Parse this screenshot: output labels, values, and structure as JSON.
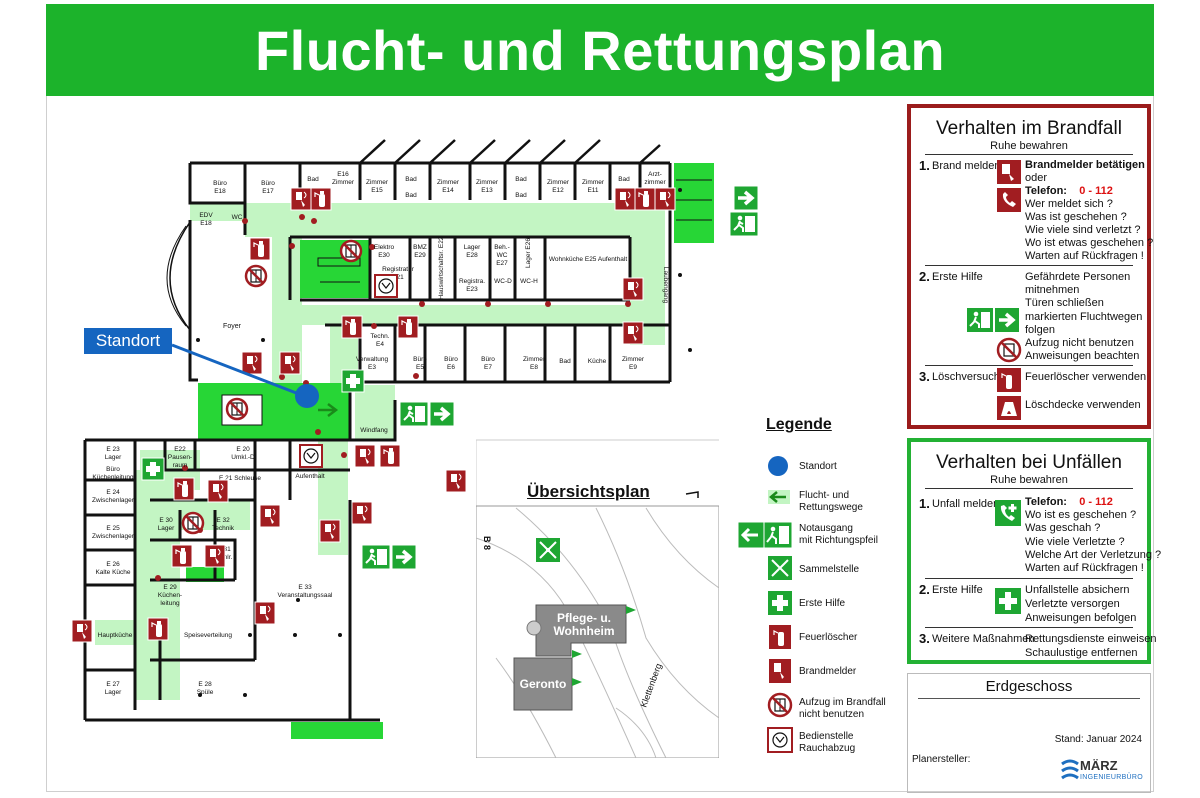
{
  "title": "Flucht- und Rettungsplan",
  "standort_label": "Standort",
  "rooms": {
    "e18": "Büro\nE18",
    "e17": "Büro\nE17",
    "bad1": "Bad",
    "e16": "E16\nZimmer",
    "e15": "Zimmer\nE15",
    "bad2": "Bad",
    "e14": "Zimmer\nE14",
    "e13": "Zimmer\nE13",
    "bad3": "Bad",
    "e12": "Zimmer\nE12",
    "e11": "Zimmer\nE11",
    "bad4": "Bad",
    "arzt": "Arzt-\nzimmer",
    "bad5": "Bad",
    "bad6": "Bad",
    "edv": "EDV\nE18",
    "wc": "WC",
    "e30": "Elektro\nE30",
    "e29": "BMZ\nE29",
    "e28": "Lager\nE28",
    "e27": "Beh.-\nWC\nE27",
    "e26": "Lager\nE26",
    "e25": "Wohnküche   E25   Aufenthalt",
    "e21": "Registratur\nE21",
    "e22": "Hauswirtschaftsr.\nE22",
    "e23": "Registra.\nE23",
    "wcd": "WC-D",
    "wch": "WC-H",
    "laubengang": "Laubengang",
    "foyer": "Foyer",
    "e4": "Techn.\nE4",
    "e3": "Verwaltung\nE3",
    "e5": "Büro\nE5",
    "e6": "Büro\nE6",
    "e7": "Büro\nE7",
    "e8": "Zimmer\nE8",
    "bad7": "Bad",
    "kueche": "Küche",
    "e9": "Zimmer\nE9",
    "windfang": "Windfang",
    "l23": "E 23\nLager",
    "l22": "E22\nPausen-\nraum",
    "l20": "E 20\nUmkl.-D",
    "buero_kl": "Büro\nKüchenleitung",
    "l24": "E 24\nZwischenlager",
    "l21": "E 21 Schleuse",
    "aufenthalt": "Aufenthalt",
    "l25": "E 25\nZwischenlager",
    "l30": "E 30\nLager",
    "l32": "E 32\nTechnik",
    "l26": "E 26\nKalte Küche",
    "l31": "E 31\nKühlr.",
    "l33": "E 33\nVeranstaltungssaal",
    "l29": "E 29\nKüchen-\nleitung",
    "hauptkueche": "Hauptküche",
    "speise": "Speiseverteilung",
    "l27": "E 27\nLager",
    "l28": "E 28\nSpüle"
  },
  "overview": {
    "title": "Übersichtsplan",
    "street1": "B 8",
    "street2": "Klettenberg",
    "building1": "Pflege- u.\nWohnheim",
    "building2": "Geronto"
  },
  "legend": {
    "title": "Legende",
    "items": [
      {
        "icon": "standort-dot",
        "label": "Standort"
      },
      {
        "icon": "escape-route-arrow",
        "label": "Flucht- und\nRettungswege"
      },
      {
        "icon": "emergency-exit-sign",
        "label": "Notausgang\nmit Richtungspfeil"
      },
      {
        "icon": "assembly-point-sign",
        "label": "Sammelstelle"
      },
      {
        "icon": "first-aid-sign",
        "label": "Erste Hilfe"
      },
      {
        "icon": "fire-extinguisher-sign",
        "label": "Feuerlöscher"
      },
      {
        "icon": "fire-alarm-sign",
        "label": "Brandmelder"
      },
      {
        "icon": "no-elevator-sign",
        "label": "Aufzug im Brandfall\nnicht benutzen"
      },
      {
        "icon": "smoke-vent-sign",
        "label": "Bedienstelle\nRauchabzug"
      }
    ]
  },
  "fire": {
    "title": "Verhalten im Brandfall",
    "subtitle": "Ruhe bewahren",
    "s1_num": "1.",
    "s1_label": "Brand melden",
    "s1_lines": [
      "Brandmelder betätigen",
      "oder",
      "Telefon:",
      "Wer meldet sich ?",
      "Was ist geschehen ?",
      "Wie viele sind verletzt ?",
      "Wo ist etwas geschehen ?",
      "Warten auf Rückfragen !"
    ],
    "phone": "0 - 112",
    "s2_num": "2.",
    "s2_label": "Erste Hilfe",
    "s2_lines": [
      "Gefährdete Personen",
      "mitnehmen",
      "Türen schließen",
      "markierten Fluchtwegen",
      "folgen",
      "Aufzug nicht benutzen",
      "Anweisungen beachten"
    ],
    "s3_num": "3.",
    "s3_label": "Löschversuch",
    "s3_lines": [
      "Feuerlöscher verwenden",
      "Löschdecke verwenden"
    ]
  },
  "accident": {
    "title": "Verhalten bei Unfällen",
    "subtitle": "Ruhe bewahren",
    "s1_num": "1.",
    "s1_label": "Unfall melden",
    "s1_lines": [
      "Telefon:",
      "Wo ist es geschehen ?",
      "Was geschah ?",
      "Wie viele Verletzte ?",
      "Welche Art der Verletzung ?",
      "Warten auf Rückfragen !"
    ],
    "phone": "0 - 112",
    "s2_num": "2.",
    "s2_label": "Erste Hilfe",
    "s2_lines": [
      "Unfallstelle absichern",
      "Verletzte versorgen",
      "Anweisungen befolgen"
    ],
    "s3_num": "3.",
    "s3_label": "Weitere Maßnahmen",
    "s3_lines": [
      "Rettungsdienste einweisen",
      "Schaulustige entfernen"
    ]
  },
  "info": {
    "floor": "Erdgeschoss",
    "date": "Stand: Januar 2024",
    "planer": "Planersteller:",
    "logo_main": "MÄRZ",
    "logo_sub": "INGENIEURBÜRO"
  },
  "colors": {
    "green": "#1cb32b",
    "route": "#b9f3b9",
    "red": "#a11d21",
    "blue": "#1565c0"
  }
}
